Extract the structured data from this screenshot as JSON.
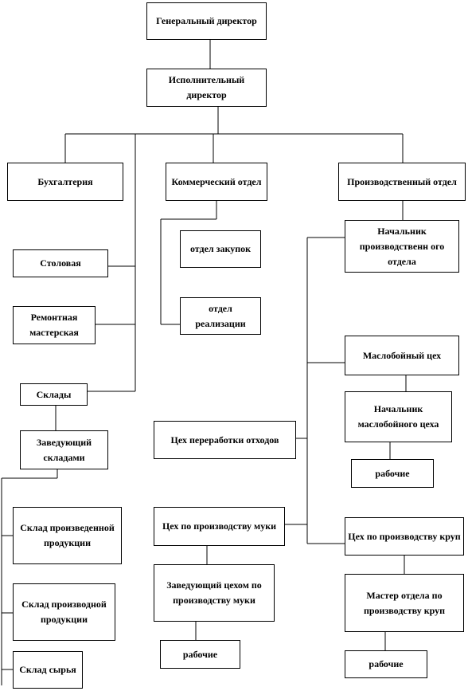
{
  "nodes": {
    "general_director": "Генеральный директор",
    "executive_director": "Исполнительный директор",
    "accounting": "Бухгалтерия",
    "commercial_dept": "Коммерческий отдел",
    "production_dept": "Производственный отдел",
    "purchasing_dept": "отдел закупок",
    "sales_dept": "отдел реализации",
    "canteen": "Столовая",
    "repair_shop": "Ремонтная мастерская",
    "warehouses": "Склады",
    "warehouses_manager": "Заведующий складами",
    "finished_goods_warehouse": "Склад произведенной продукции",
    "derivative_goods_warehouse": "Склад производной продукции",
    "raw_materials_warehouse": "Склад сырья",
    "production_head": "Начальник производственн ого отдела",
    "oil_mill_shop": "Маслобойный цех",
    "oil_mill_head": "Начальник маслобойного цеха",
    "oil_mill_workers": "рабочие",
    "waste_processing_shop": "Цех переработки отходов",
    "flour_shop": "Цех по производству муки",
    "flour_shop_manager": "Заведующий цехом по производству муки",
    "flour_workers": "рабочие",
    "groats_shop": "Цех по производству круп",
    "groats_master": "Мастер отдела по производству круп",
    "groats_workers": "рабочие"
  }
}
